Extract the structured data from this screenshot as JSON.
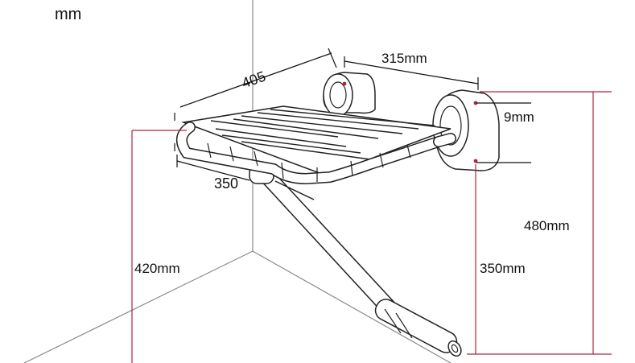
{
  "unit_label": "mm",
  "dimensions": {
    "seat_depth": "405",
    "bracket_spacing": "315mm",
    "seat_width": "350",
    "bracket_hole_gap": "9mm",
    "bracket_height": "480mm",
    "brace_height": "350mm",
    "seat_height": "420mm"
  },
  "colors": {
    "dimension_line": "#111111",
    "height_line": "#b0243d",
    "room_line": "#8a8a8a"
  }
}
